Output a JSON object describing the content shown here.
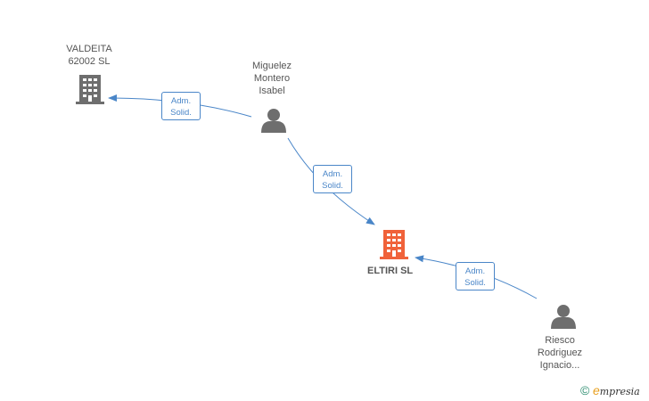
{
  "nodes": {
    "company_valdeita": {
      "lines": [
        "VALDEITA",
        "62002 SL"
      ]
    },
    "person_miguelez": {
      "lines": [
        "Miguelez",
        "Montero",
        "Isabel"
      ]
    },
    "company_eltiri": {
      "label": "ELTIRI SL"
    },
    "person_riesco": {
      "lines": [
        "Riesco",
        "Rodriguez",
        "Ignacio..."
      ]
    }
  },
  "edges": [
    {
      "from": "person_miguelez",
      "to": "company_valdeita",
      "label_lines": [
        "Adm.",
        "Solid."
      ]
    },
    {
      "from": "person_miguelez",
      "to": "company_eltiri",
      "label_lines": [
        "Adm.",
        "Solid."
      ]
    },
    {
      "from": "person_riesco",
      "to": "company_eltiri",
      "label_lines": [
        "Adm.",
        "Solid."
      ]
    }
  ],
  "colors": {
    "edge": "#4a86c8",
    "company_icon": "#6e6e6e",
    "main_company_icon": "#f0623a",
    "person_icon": "#6e6e6e"
  },
  "watermark": {
    "copyright": "©",
    "brand_initial": "e",
    "brand_rest": "mpresia"
  }
}
